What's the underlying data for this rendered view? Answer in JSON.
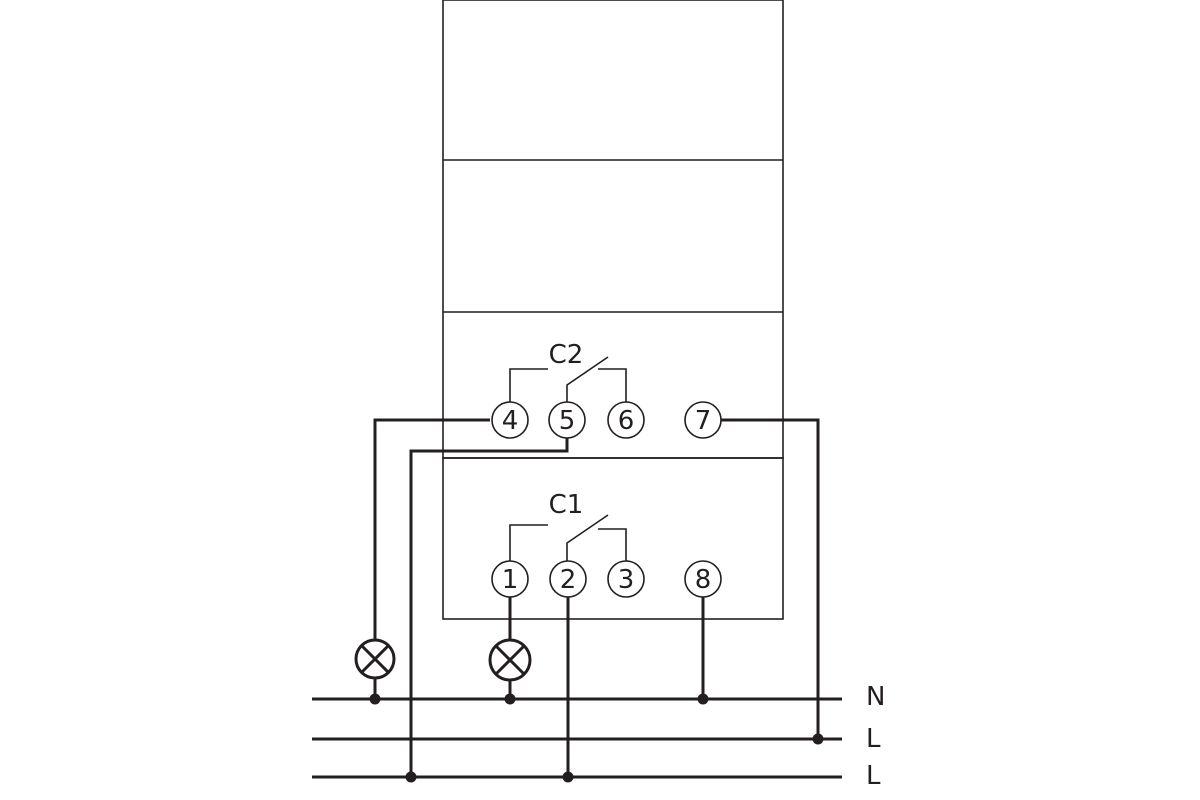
{
  "contacts": {
    "c2": "C2",
    "c1": "C1"
  },
  "terminals": {
    "t1": "1",
    "t2": "2",
    "t3": "3",
    "t4": "4",
    "t5": "5",
    "t6": "6",
    "t7": "7",
    "t8": "8"
  },
  "rails": {
    "n": "N",
    "l1": "L",
    "l2": "L"
  },
  "colors": {
    "line": "#231f20",
    "background": "#ffffff"
  }
}
